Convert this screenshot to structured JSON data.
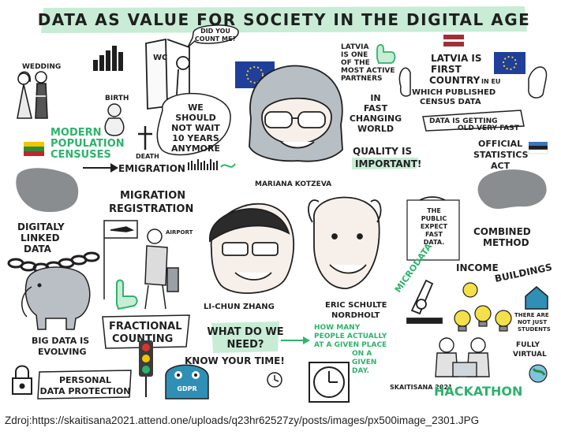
{
  "title": "DATA AS VALUE FOR SOCIETY IN THE DIGITAL AGE",
  "left_column": {
    "wedding": "WEDDING",
    "birth": "BIRTH",
    "death": "DEATH",
    "wc_sign": "WC",
    "did_you_count": [
      "DID YOU",
      "COUNT ME?"
    ],
    "censuses": [
      "MODERN",
      "POPULATION",
      "CENSUSES"
    ],
    "should_not_wait": [
      "WE",
      "SHOULD",
      "NOT WAIT",
      "10 YEARS",
      "ANYMORE"
    ],
    "emigration": "EMIGRATION",
    "digitally_linked": [
      "DIGITALY",
      "LINKED",
      "DATA"
    ],
    "migration_registration": [
      "MIGRATION",
      "REGISTRATION"
    ],
    "airport": "AIRPORT",
    "big_data": [
      "BIG DATA IS",
      "EVOLVING"
    ],
    "fractional_counting": [
      "FRACTIONAL",
      "COUNTING"
    ],
    "personal_data": [
      "PERSONAL",
      "DATA PROTECTION"
    ],
    "gdpr": "GDPR"
  },
  "center": {
    "speaker_top": "MARIANA KOTZEVA",
    "fast_changing": [
      "IN",
      "FAST",
      "CHANGING",
      "WORLD"
    ],
    "quality": [
      "QUALITY IS",
      "IMPORTANT!"
    ],
    "latvia_partner": [
      "LATVIA",
      "IS ONE",
      "OF THE",
      "MOST ACTIVE",
      "PARTNERS"
    ],
    "speaker_left": "LI-CHUN ZHANG",
    "speaker_right": [
      "ERIC SCHULTE",
      "NORDHOLT"
    ],
    "what_do_we_need": [
      "WHAT DO WE",
      "NEED?"
    ],
    "how_many": [
      "HOW MANY",
      "PEOPLE ACTUALLY",
      "AT A GIVEN PLACE",
      "ON A",
      "GIVEN",
      "DAY."
    ],
    "know_your_time": "KNOW YOUR TIME!",
    "signature": "SKAITISANA 2021"
  },
  "right_column": {
    "latvia_first": [
      "LATVIA IS",
      "FIRST",
      "COUNTRY",
      "IN EU",
      "WHICH PUBLISHED",
      "CENSUS DATA"
    ],
    "data_old_fast": [
      "DATA IS GETTING",
      "OLD VERY FAST"
    ],
    "statistics_act": [
      "OFFICIAL",
      "STATISTICS",
      "ACT"
    ],
    "public_expect": [
      "THE",
      "PUBLIC",
      "EXPECT",
      "FAST",
      "DATA."
    ],
    "combined_method": [
      "COMBINED",
      "METHOD"
    ],
    "microdata": "MICRODATA",
    "income": "INCOME",
    "buildings": "BUILDINGS",
    "not_just_students": [
      "THERE ARE",
      "NOT JUST",
      "STUDENTS"
    ],
    "fully_virtual": [
      "FULLY",
      "VIRTUAL"
    ],
    "hackathon": "HACKATHON"
  },
  "source_caption": "Zdroj:https://skaitisana2021.attend.one/uploads/q23hr62527zy/posts/images/px500image_2301.JPG",
  "colors": {
    "accent_green": "#b9e6c9",
    "accent_green_text": "#2db36b",
    "ink": "#1f1f1f",
    "eu_blue": "#1f3f9a",
    "eu_gold": "#f6cf1c",
    "latvia_red": "#9e3039",
    "lithuania_yellow": "#f2c500",
    "lithuania_green": "#2e8b3a",
    "lithuania_red": "#c0262d",
    "estonia_blue": "#3a75c4",
    "map_grey": "#8a8d90",
    "elephant_grey": "#b9bfc4",
    "bulb_yellow": "#f3e04a"
  }
}
